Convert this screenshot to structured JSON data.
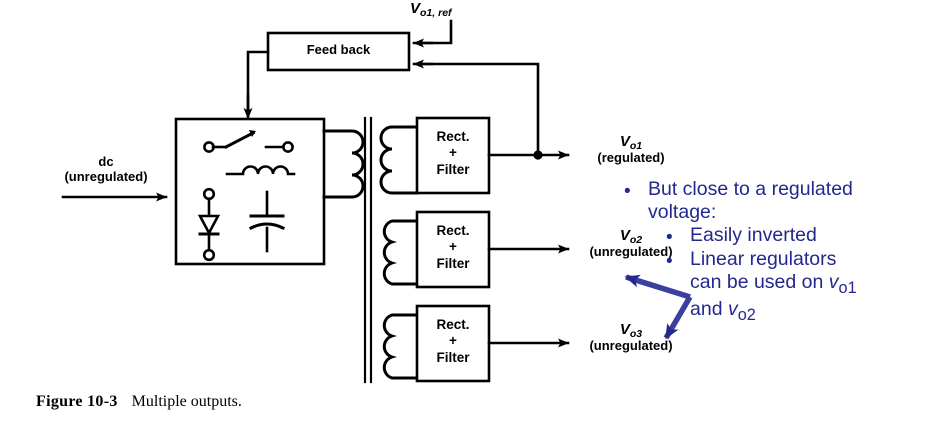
{
  "figure": {
    "number": "Figure 10-3",
    "title": "Multiple outputs."
  },
  "diagram": {
    "feedback_block": {
      "label": "Feed back"
    },
    "reference_input": {
      "symbol": "V",
      "subscript": "o1, ref"
    },
    "dc_input": {
      "line1": "dc",
      "line2": "(unregulated)"
    },
    "converter_block": {
      "name": "switching-converter",
      "symbols": [
        "switch",
        "inductor",
        "diode",
        "capacitor"
      ]
    },
    "transformer": {
      "primary_windings": 1,
      "secondary_windings": 3,
      "core": "two-vertical-bars"
    },
    "rect_filter_blocks": [
      {
        "line1": "Rect.",
        "line2": "+",
        "line3": "Filter"
      },
      {
        "line1": "Rect.",
        "line2": "+",
        "line3": "Filter"
      },
      {
        "line1": "Rect.",
        "line2": "+",
        "line3": "Filter"
      }
    ],
    "outputs": [
      {
        "symbol": "V",
        "subscript": "o1",
        "status": "(regulated)"
      },
      {
        "symbol": "V",
        "subscript": "o2",
        "status": "(unregulated)"
      },
      {
        "symbol": "V",
        "subscript": "o3",
        "status": "(unregulated)"
      }
    ]
  },
  "annotation": {
    "color": "#23288c",
    "bullet_glyph": "•",
    "line1": "But close to a regulated",
    "line2": "voltage:",
    "line3": "Easily inverted",
    "line4": "Linear regulators",
    "line5a": "can be used on ",
    "line5b_var": "v",
    "line5b_sub": "o1",
    "line6a": "and ",
    "line6b_var": "v",
    "line6b_sub": "o2",
    "arrow": "double-headed-v-arrow"
  },
  "colors": {
    "ink": "#000000",
    "annotation_blue": "#23288c",
    "background": "#ffffff"
  }
}
